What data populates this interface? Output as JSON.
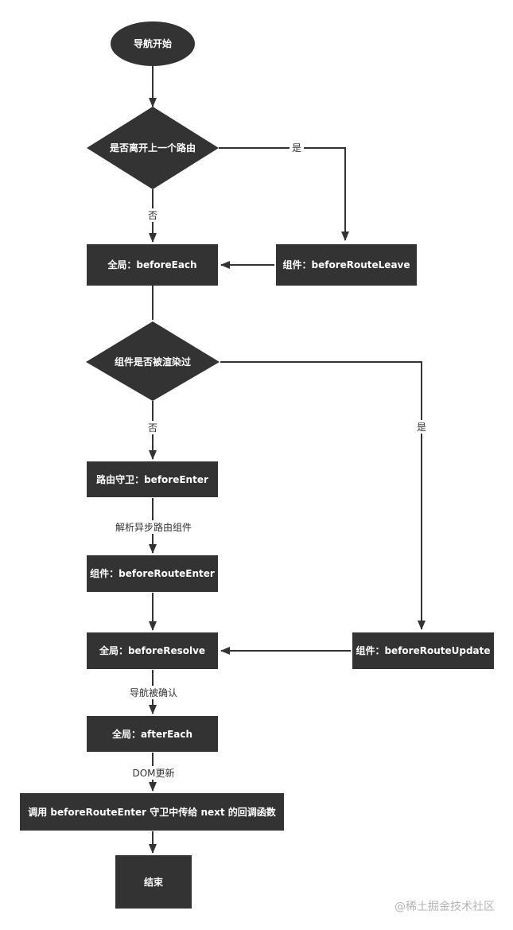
{
  "colors": {
    "node_fill": "#333333",
    "node_text": "#ffffff",
    "edge": "#333333",
    "background": "#ffffff"
  },
  "nodes": {
    "start": "导航开始",
    "decision_leave": "是否离开上一个路由",
    "global_before_each": "全局：beforeEach",
    "component_before_route_leave": "组件：beforeRouteLeave",
    "decision_rendered": "组件是否被渲染过",
    "route_guard_before_enter": "路由守卫：beforeEnter",
    "component_before_route_enter": "组件：beforeRouteEnter",
    "global_before_resolve": "全局：beforeResolve",
    "component_before_route_update": "组件：beforeRouteUpdate",
    "global_after_each": "全局：afterEach",
    "call_next_callback": "调用 beforeRouteEnter 守卫中传给 next 的回调函数",
    "end": "结束"
  },
  "edge_labels": {
    "leave_yes": "是",
    "leave_no": "否",
    "rendered_no": "否",
    "rendered_yes": "是",
    "resolve_async": "解析异步路由组件",
    "nav_confirmed": "导航被确认",
    "dom_update": "DOM更新"
  },
  "watermark": "@稀土掘金技术社区"
}
